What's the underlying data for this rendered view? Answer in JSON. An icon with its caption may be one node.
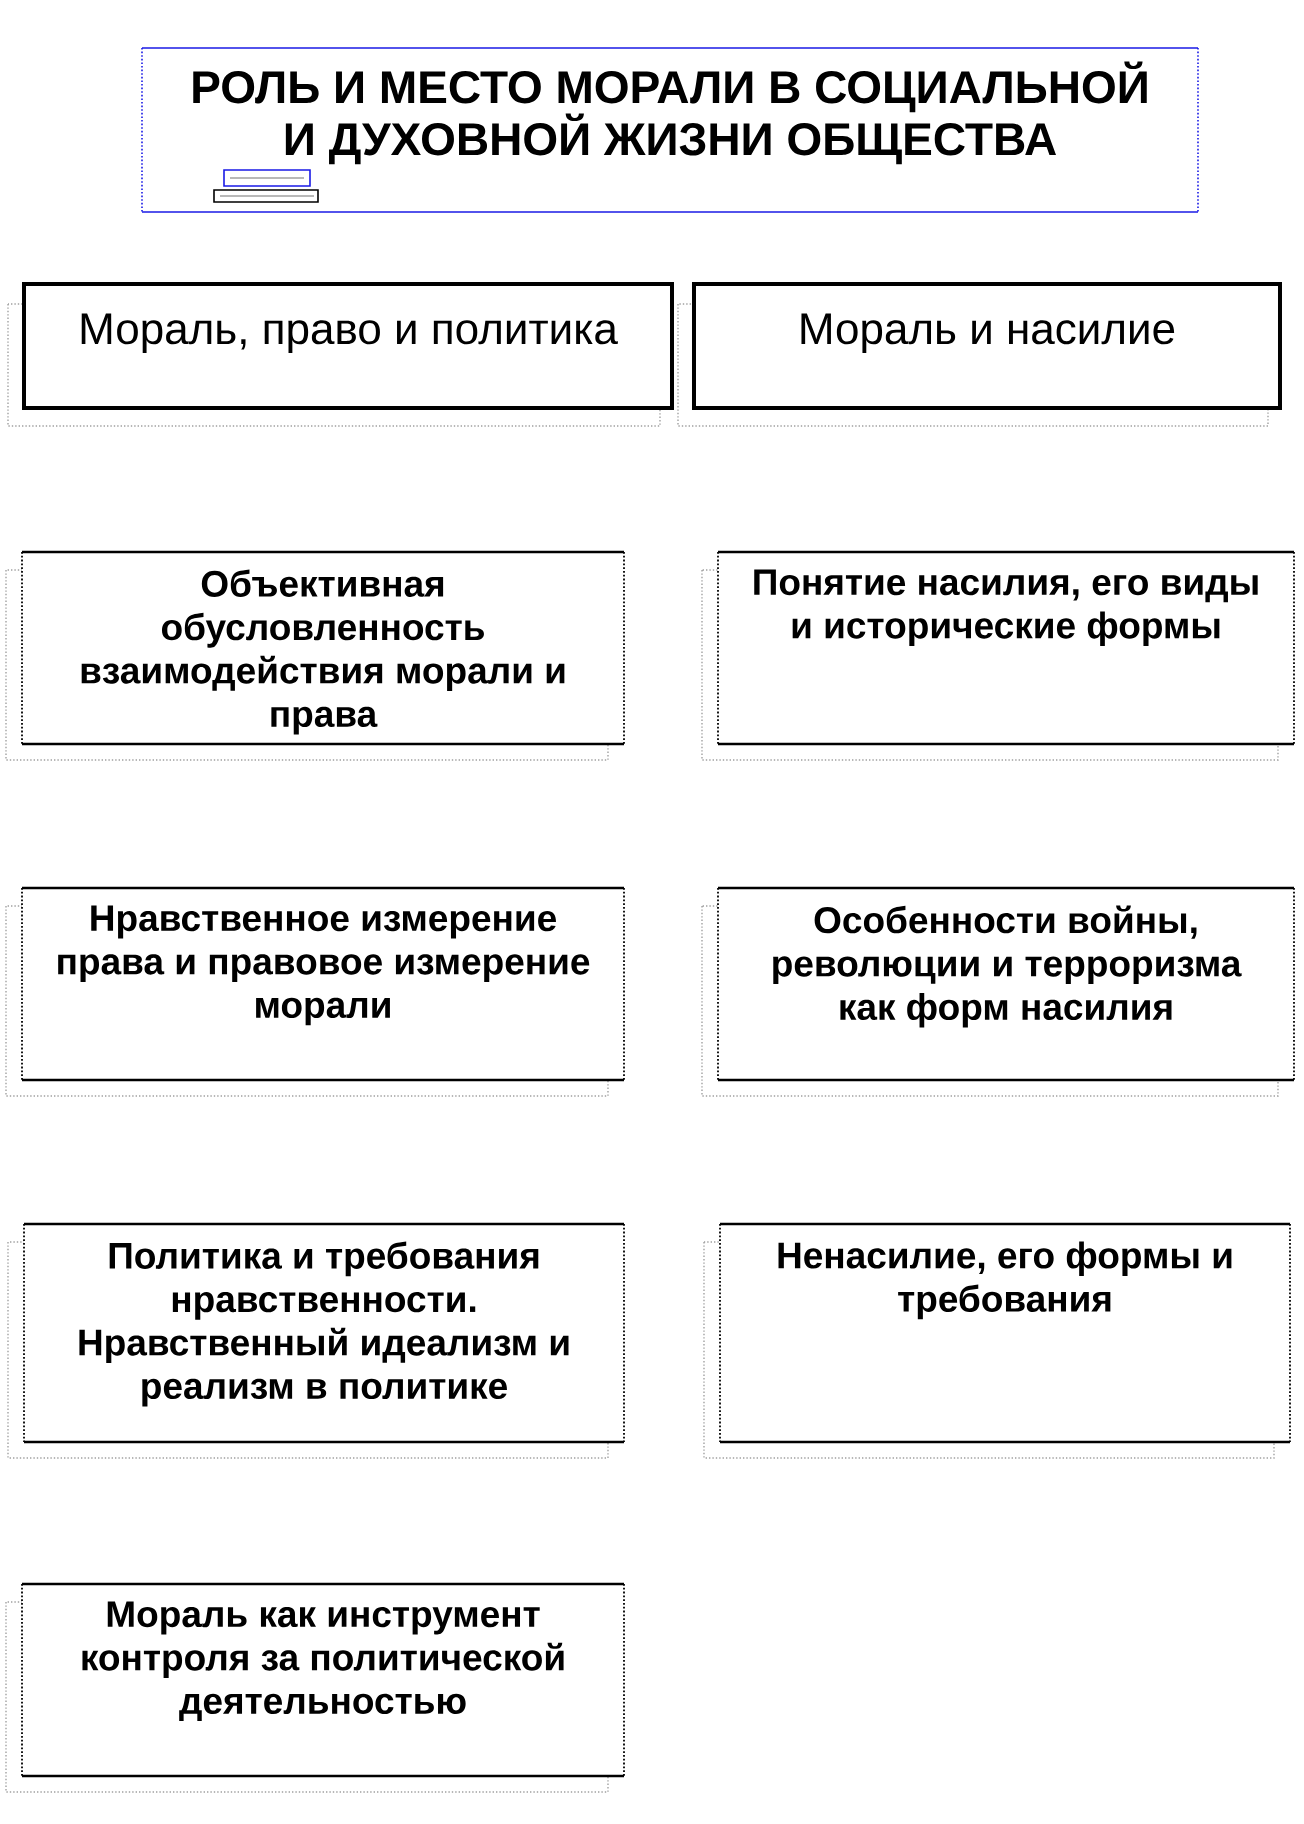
{
  "diagram": {
    "title": "РОЛЬ И МЕСТО МОРАЛИ В СОЦИАЛЬНОЙ И ДУХОВНОЙ ЖИЗНИ ОБЩЕСТВА",
    "nodes": [
      {
        "text": [
          "Мораль, право и политика"
        ]
      },
      {
        "text": [
          "Мораль и насилие"
        ]
      },
      {
        "text": [
          "Объективная обусловленность взаимодействия морали и права"
        ]
      },
      {
        "text": [
          "Понятие насилия, его виды и исторические формы"
        ]
      },
      {
        "text": [
          "Нравственное измерение права и правовое измерение морали"
        ]
      },
      {
        "text": [
          "Особенности войны, революции и терроризма как форм насилия"
        ]
      },
      {
        "text": [
          "Политика и требования нравственности. Нравственный идеализм и реализм в политике"
        ]
      },
      {
        "text": [
          "Ненасилие, его формы и требования"
        ]
      },
      {
        "text": [
          "Мораль как инструмент контроля за политической деятельностью"
        ]
      }
    ]
  }
}
